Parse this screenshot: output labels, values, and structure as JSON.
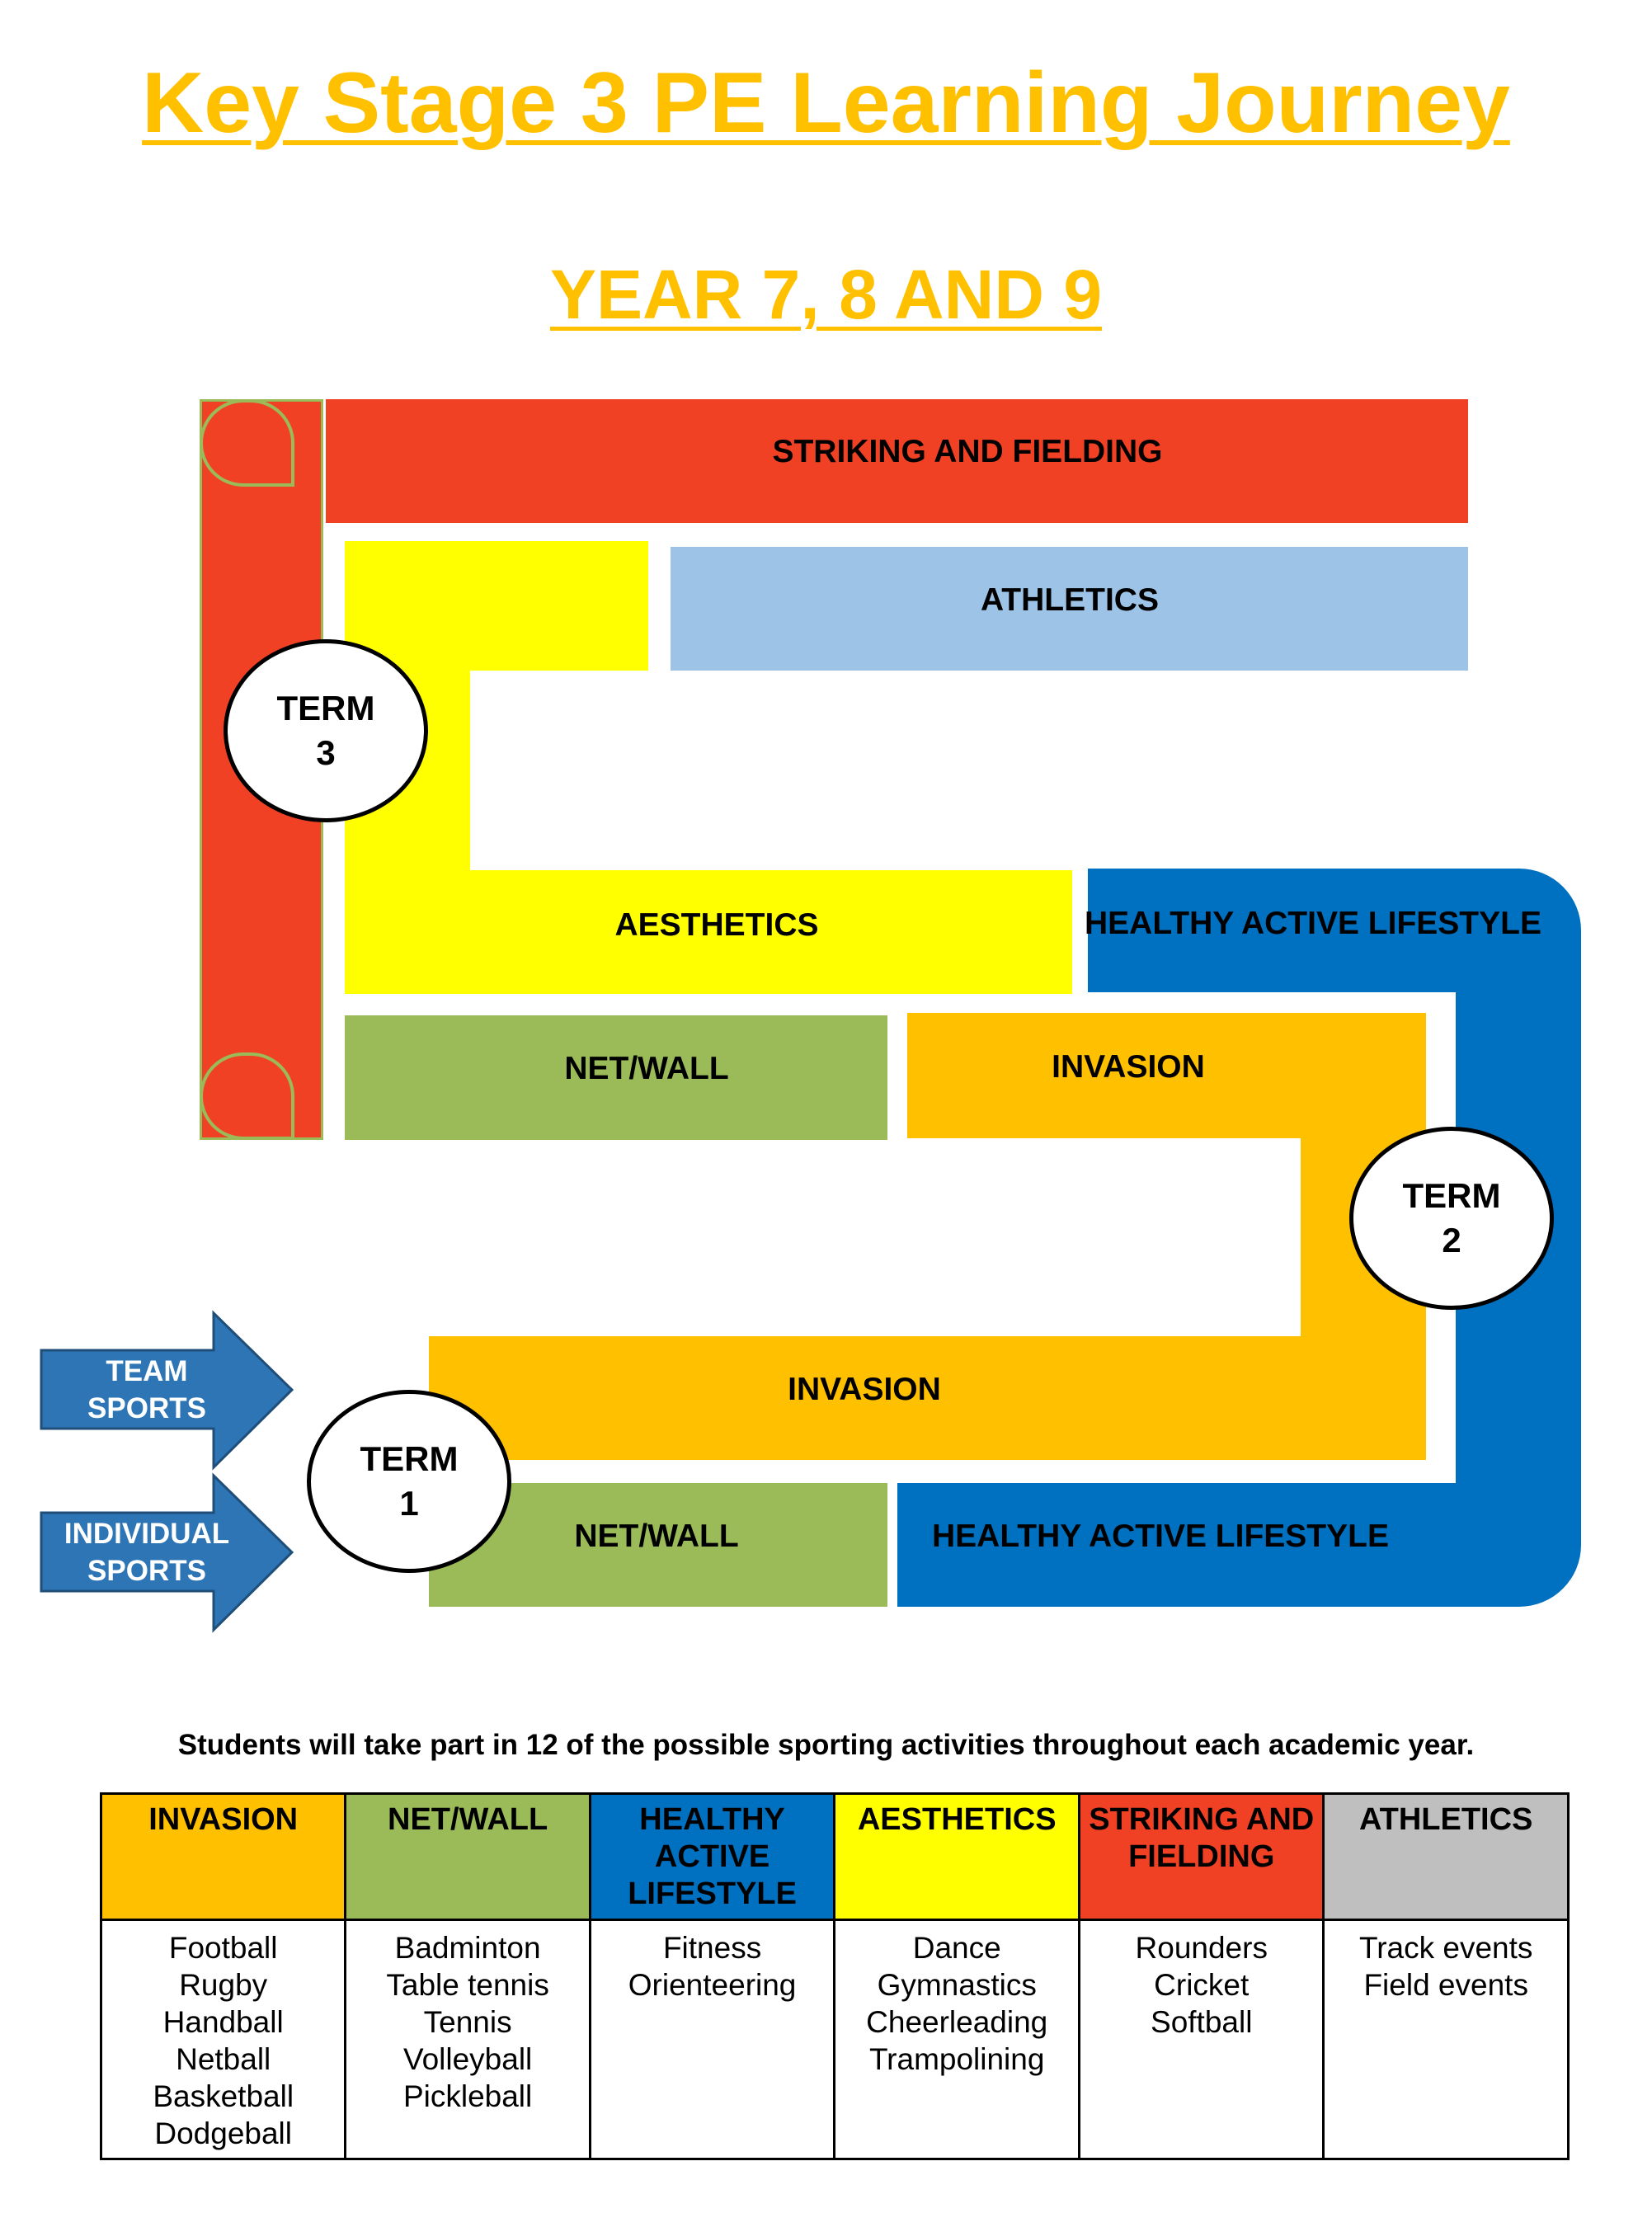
{
  "title": "Key Stage 3 PE Learning Journey",
  "subtitle": "YEAR 7, 8 AND 9",
  "colors": {
    "invasion": "#FFC000",
    "net_wall": "#9BBB59",
    "healthy": "#0070C0",
    "aesthetics": "#FFFF00",
    "striking": "#F04125",
    "athletics_block": "#9DC3E6",
    "athletics_header": "#BFBFBF",
    "arrow": "#2E75B6",
    "title": "#FFC000"
  },
  "diagram": {
    "striking": "STRIKING AND FIELDING",
    "athletics": "ATHLETICS",
    "aesthetics": "AESTHETICS",
    "hal_top": "HEALTHY ACTIVE LIFESTYLE",
    "net_wall_top": "NET/WALL",
    "invasion_top": "INVASION",
    "invasion_bottom": "INVASION",
    "net_wall_bottom": "NET/WALL",
    "hal_bottom": "HEALTHY ACTIVE LIFESTYLE",
    "term3": "TERM\n3",
    "term2": "TERM\n2",
    "term1": "TERM\n1",
    "team_sports": "TEAM\nSPORTS",
    "individual_sports": "INDIVIDUAL\nSPORTS"
  },
  "note": "Students will take part in 12 of the possible sporting activities throughout each academic year.",
  "table": {
    "headers": [
      "INVASION",
      "NET/WALL",
      "HEALTHY ACTIVE LIFESTYLE",
      "AESTHETICS",
      "STRIKING AND FIELDING",
      "ATHLETICS"
    ],
    "columns": [
      [
        "Football",
        "Rugby",
        "Handball",
        "Netball",
        "Basketball",
        "Dodgeball"
      ],
      [
        "Badminton",
        "Table tennis",
        "Tennis",
        "Volleyball",
        "Pickleball"
      ],
      [
        "Fitness",
        "Orienteering"
      ],
      [
        "Dance",
        "Gymnastics",
        "Cheerleading",
        "Trampolining"
      ],
      [
        "Rounders",
        "Cricket",
        "Softball"
      ],
      [
        "Track events",
        "Field events"
      ]
    ]
  }
}
